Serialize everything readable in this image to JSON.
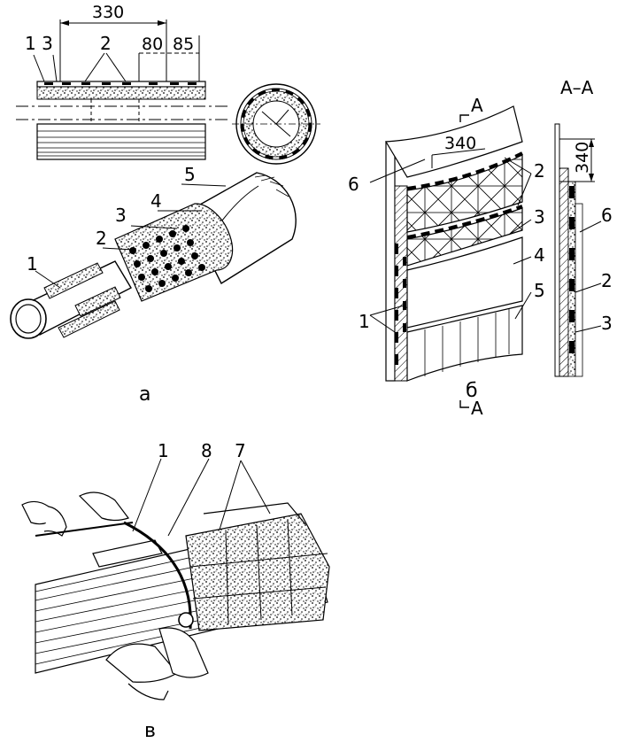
{
  "panel_a": {
    "caption": "а",
    "dims": {
      "d330": "330",
      "d80": "80",
      "d85": "85"
    },
    "labels": {
      "l13": "1 3",
      "l2": "2",
      "p1": "1",
      "p2": "2",
      "p3": "3",
      "p4": "4",
      "p5": "5"
    }
  },
  "panel_b": {
    "caption": "б",
    "section_marks": {
      "top": "A",
      "bottom": "A"
    },
    "dim": "340",
    "labels": {
      "l6": "6",
      "l2": "2",
      "l3": "3",
      "l4": "4",
      "l5": "5",
      "l1": "1"
    }
  },
  "section_aa": {
    "title": "A–A",
    "dim": "340",
    "labels": {
      "l6": "6",
      "l2": "2",
      "l3": "3"
    }
  },
  "panel_v": {
    "caption": "в",
    "labels": {
      "l1": "1",
      "l8": "8",
      "l7": "7"
    }
  }
}
